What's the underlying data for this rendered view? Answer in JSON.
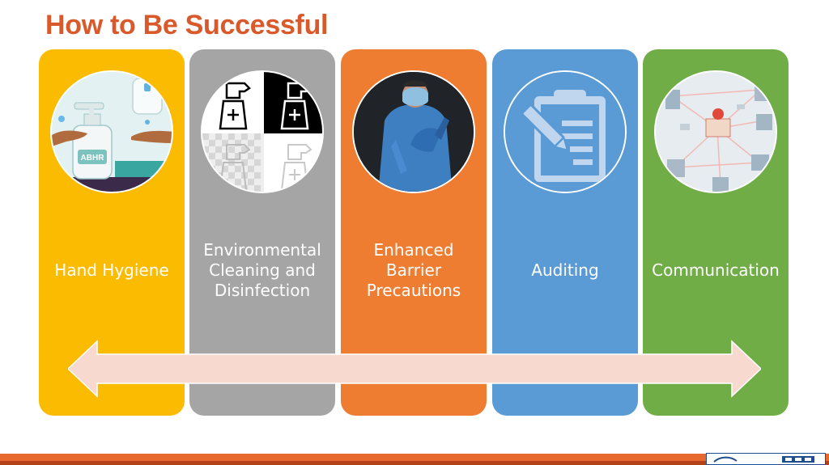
{
  "title": "How to Be Successful",
  "columns": [
    {
      "label": "Hand Hygiene",
      "color": "#fbbb00",
      "icon": "hand-hygiene-icon"
    },
    {
      "label": "Environmental Cleaning and Disinfection",
      "color": "#a5a5a5",
      "icon": "spray-bottle-icon"
    },
    {
      "label": "Enhanced Barrier Precautions",
      "color": "#ee7d31",
      "icon": "gowned-person-icon"
    },
    {
      "label": "Auditing",
      "color": "#5b9bd5",
      "icon": "clipboard-icon"
    },
    {
      "label": "Communication",
      "color": "#70ad47",
      "icon": "network-map-icon"
    }
  ],
  "arrow_color": "#f8d9cf",
  "images": {
    "abhr_text": "ABHR"
  }
}
